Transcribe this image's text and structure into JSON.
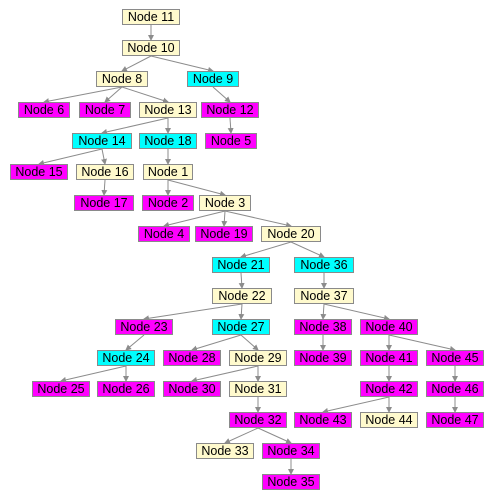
{
  "colors": {
    "yellow": "#fffacd",
    "cyan": "#00ffff",
    "magenta": "#ff00ff",
    "edge": "#8c8c8c"
  },
  "nodes": [
    {
      "id": "n11",
      "label": "Node 11",
      "color": "yellow"
    },
    {
      "id": "n10",
      "label": "Node 10",
      "color": "yellow"
    },
    {
      "id": "n8",
      "label": "Node 8",
      "color": "yellow"
    },
    {
      "id": "n9",
      "label": "Node 9",
      "color": "cyan"
    },
    {
      "id": "n6",
      "label": "Node 6",
      "color": "magenta"
    },
    {
      "id": "n7",
      "label": "Node 7",
      "color": "magenta"
    },
    {
      "id": "n13",
      "label": "Node 13",
      "color": "yellow"
    },
    {
      "id": "n12",
      "label": "Node 12",
      "color": "magenta"
    },
    {
      "id": "n14",
      "label": "Node 14",
      "color": "cyan"
    },
    {
      "id": "n18",
      "label": "Node 18",
      "color": "cyan"
    },
    {
      "id": "n5",
      "label": "Node 5",
      "color": "magenta"
    },
    {
      "id": "n15",
      "label": "Node 15",
      "color": "magenta"
    },
    {
      "id": "n16",
      "label": "Node 16",
      "color": "yellow"
    },
    {
      "id": "n1",
      "label": "Node 1",
      "color": "yellow"
    },
    {
      "id": "n17",
      "label": "Node 17",
      "color": "magenta"
    },
    {
      "id": "n2",
      "label": "Node 2",
      "color": "magenta"
    },
    {
      "id": "n3",
      "label": "Node 3",
      "color": "yellow"
    },
    {
      "id": "n4",
      "label": "Node 4",
      "color": "magenta"
    },
    {
      "id": "n19",
      "label": "Node 19",
      "color": "magenta"
    },
    {
      "id": "n20",
      "label": "Node 20",
      "color": "yellow"
    },
    {
      "id": "n21",
      "label": "Node 21",
      "color": "cyan"
    },
    {
      "id": "n36",
      "label": "Node 36",
      "color": "cyan"
    },
    {
      "id": "n22",
      "label": "Node 22",
      "color": "yellow"
    },
    {
      "id": "n37",
      "label": "Node 37",
      "color": "yellow"
    },
    {
      "id": "n23",
      "label": "Node 23",
      "color": "magenta"
    },
    {
      "id": "n27",
      "label": "Node 27",
      "color": "cyan"
    },
    {
      "id": "n38",
      "label": "Node 38",
      "color": "magenta"
    },
    {
      "id": "n40",
      "label": "Node 40",
      "color": "magenta"
    },
    {
      "id": "n24",
      "label": "Node 24",
      "color": "cyan"
    },
    {
      "id": "n28",
      "label": "Node 28",
      "color": "magenta"
    },
    {
      "id": "n29",
      "label": "Node 29",
      "color": "yellow"
    },
    {
      "id": "n39",
      "label": "Node 39",
      "color": "magenta"
    },
    {
      "id": "n41",
      "label": "Node 41",
      "color": "magenta"
    },
    {
      "id": "n45",
      "label": "Node 45",
      "color": "magenta"
    },
    {
      "id": "n25",
      "label": "Node 25",
      "color": "magenta"
    },
    {
      "id": "n26",
      "label": "Node 26",
      "color": "magenta"
    },
    {
      "id": "n30",
      "label": "Node 30",
      "color": "magenta"
    },
    {
      "id": "n31",
      "label": "Node 31",
      "color": "yellow"
    },
    {
      "id": "n42",
      "label": "Node 42",
      "color": "magenta"
    },
    {
      "id": "n46",
      "label": "Node 46",
      "color": "magenta"
    },
    {
      "id": "n32",
      "label": "Node 32",
      "color": "magenta"
    },
    {
      "id": "n43",
      "label": "Node 43",
      "color": "magenta"
    },
    {
      "id": "n44",
      "label": "Node 44",
      "color": "yellow"
    },
    {
      "id": "n47",
      "label": "Node 47",
      "color": "magenta"
    },
    {
      "id": "n33",
      "label": "Node 33",
      "color": "yellow"
    },
    {
      "id": "n34",
      "label": "Node 34",
      "color": "magenta"
    },
    {
      "id": "n35",
      "label": "Node 35",
      "color": "magenta"
    }
  ],
  "edges": [
    [
      "n11",
      "n10"
    ],
    [
      "n10",
      "n8"
    ],
    [
      "n10",
      "n9"
    ],
    [
      "n8",
      "n6"
    ],
    [
      "n8",
      "n7"
    ],
    [
      "n8",
      "n13"
    ],
    [
      "n9",
      "n12"
    ],
    [
      "n12",
      "n5"
    ],
    [
      "n13",
      "n14"
    ],
    [
      "n13",
      "n18"
    ],
    [
      "n14",
      "n15"
    ],
    [
      "n14",
      "n16"
    ],
    [
      "n16",
      "n17"
    ],
    [
      "n18",
      "n1"
    ],
    [
      "n1",
      "n2"
    ],
    [
      "n1",
      "n3"
    ],
    [
      "n3",
      "n4"
    ],
    [
      "n3",
      "n19"
    ],
    [
      "n3",
      "n20"
    ],
    [
      "n20",
      "n21"
    ],
    [
      "n20",
      "n36"
    ],
    [
      "n21",
      "n22"
    ],
    [
      "n22",
      "n23"
    ],
    [
      "n22",
      "n27"
    ],
    [
      "n23",
      "n24"
    ],
    [
      "n24",
      "n25"
    ],
    [
      "n24",
      "n26"
    ],
    [
      "n27",
      "n28"
    ],
    [
      "n27",
      "n29"
    ],
    [
      "n29",
      "n30"
    ],
    [
      "n29",
      "n31"
    ],
    [
      "n31",
      "n32"
    ],
    [
      "n32",
      "n33"
    ],
    [
      "n32",
      "n34"
    ],
    [
      "n34",
      "n35"
    ],
    [
      "n36",
      "n37"
    ],
    [
      "n37",
      "n38"
    ],
    [
      "n37",
      "n40"
    ],
    [
      "n38",
      "n39"
    ],
    [
      "n40",
      "n41"
    ],
    [
      "n40",
      "n45"
    ],
    [
      "n41",
      "n42"
    ],
    [
      "n42",
      "n43"
    ],
    [
      "n42",
      "n44"
    ],
    [
      "n45",
      "n46"
    ],
    [
      "n46",
      "n47"
    ]
  ]
}
